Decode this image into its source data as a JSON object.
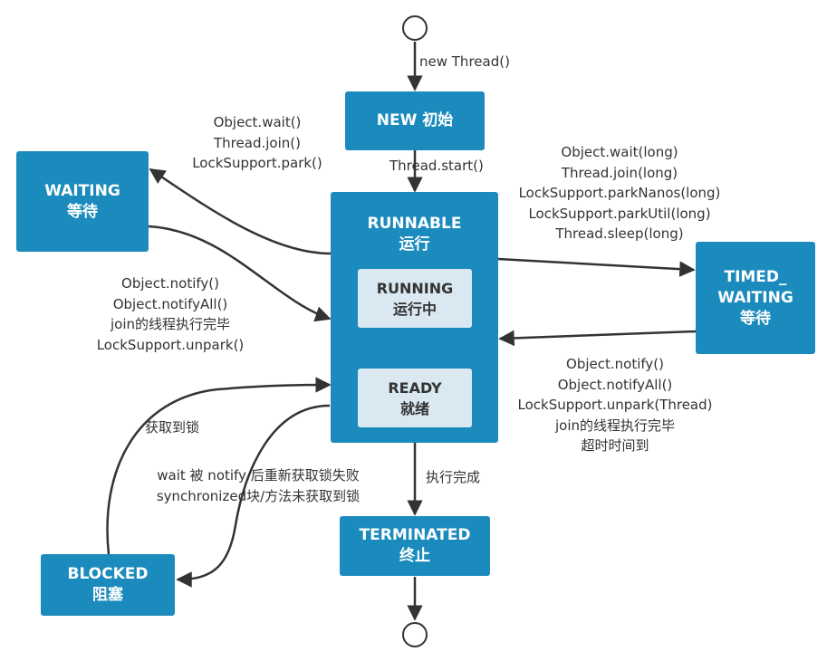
{
  "states": {
    "new": {
      "line1": "NEW 初始"
    },
    "waiting": {
      "line1": "WAITING",
      "line2": "等待"
    },
    "runnable": {
      "line1": "RUNNABLE",
      "line2": "运行"
    },
    "running": {
      "line1": "RUNNING",
      "line2": "运行中"
    },
    "ready": {
      "line1": "READY",
      "line2": "就绪"
    },
    "timed_waiting": {
      "line1": "TIMED_",
      "line2": "WAITING",
      "line3": "等待"
    },
    "terminated": {
      "line1": "TERMINATED",
      "line2": "终止"
    },
    "blocked": {
      "line1": "BLOCKED",
      "line2": "阻塞"
    }
  },
  "transitions": {
    "start_to_new": [
      "new Thread()"
    ],
    "new_to_runnable": [
      "Thread.start()"
    ],
    "runnable_to_waiting": [
      "Object.wait()",
      "Thread.join()",
      "LockSupport.park()"
    ],
    "waiting_to_runnable": [
      "Object.notify()",
      "Object.notifyAll()",
      "join的线程执行完毕",
      "LockSupport.unpark()"
    ],
    "runnable_to_timed_waiting": [
      "Object.wait(long)",
      "Thread.join(long)",
      "LockSupport.parkNanos(long)",
      "LockSupport.parkUtil(long)",
      "Thread.sleep(long)"
    ],
    "timed_waiting_to_runnable": [
      "Object.notify()",
      "Object.notifyAll()",
      "LockSupport.unpark(Thread)",
      "join的线程执行完毕",
      "超时时间到"
    ],
    "blocked_to_runnable": [
      "获取到锁"
    ],
    "runnable_to_blocked": [
      "wait 被 notify 后重新获取锁失败",
      "synchronized块/方法未获取到锁"
    ],
    "runnable_to_terminated": [
      "执行完成"
    ]
  },
  "colors": {
    "state_fill": "#1b8bbd",
    "inner_fill": "#d9e8f1",
    "arrow": "#333333",
    "inner_arrow": "#f5f58a"
  }
}
